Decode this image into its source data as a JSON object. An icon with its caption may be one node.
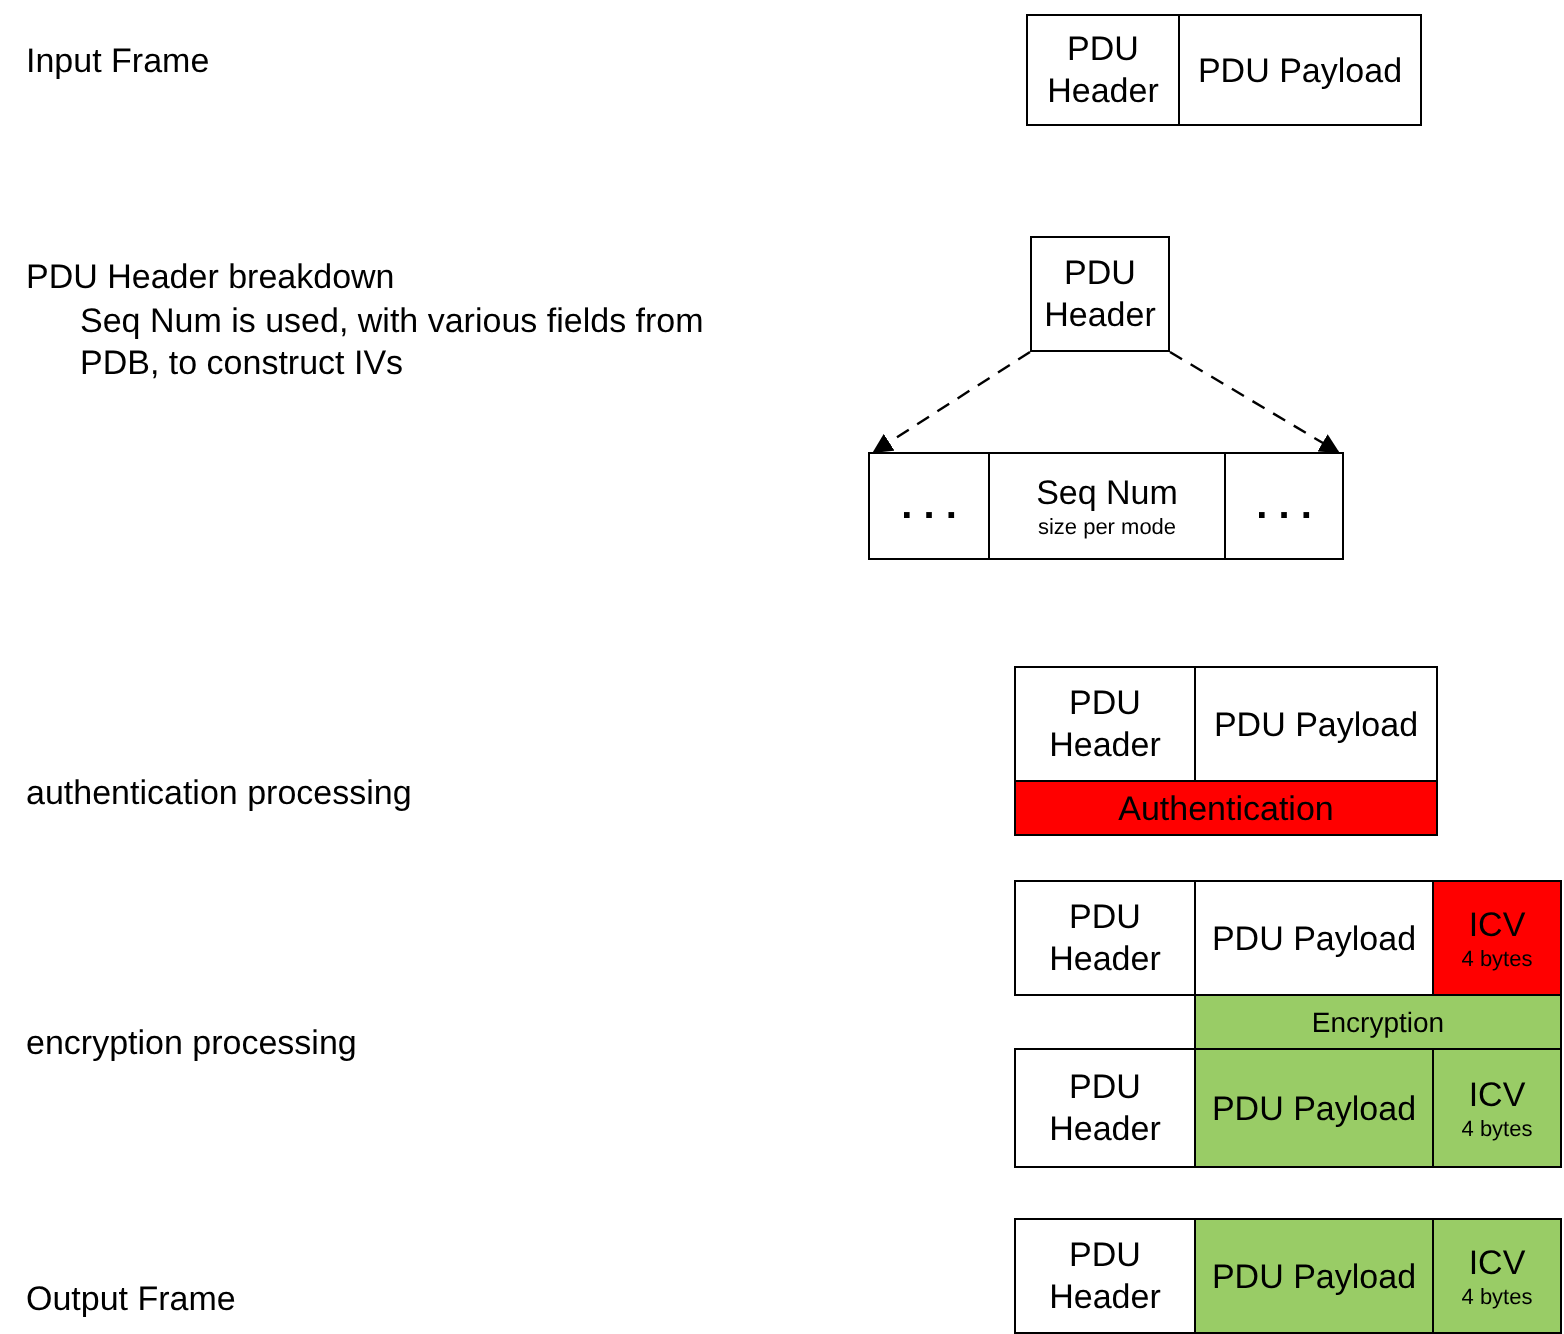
{
  "diagram": {
    "nodes": [
      {
        "text": [
          "PDU Header"
        ]
      },
      {
        "text": [
          "PDU Payload"
        ]
      },
      {
        "text": [
          "PDU Header"
        ]
      },
      {
        "text": [
          ". . ."
        ]
      },
      {
        "text": [
          "Seq Num",
          "size per mode"
        ]
      },
      {
        "text": [
          ". . ."
        ]
      },
      {
        "text": [
          "PDU Header"
        ]
      },
      {
        "text": [
          "PDU Payload"
        ]
      },
      {
        "text": [
          "Authentication"
        ]
      },
      {
        "text": [
          "PDU Header"
        ]
      },
      {
        "text": [
          "PDU Payload"
        ]
      },
      {
        "text": [
          "ICV",
          "4 bytes"
        ]
      },
      {
        "text": [
          "Encryption"
        ]
      },
      {
        "text": [
          "PDU Header"
        ]
      },
      {
        "text": [
          "PDU Payload"
        ]
      },
      {
        "text": [
          "ICV",
          "4 bytes"
        ]
      },
      {
        "text": [
          "PDU Header"
        ]
      },
      {
        "text": [
          "PDU Payload"
        ]
      },
      {
        "text": [
          "ICV",
          "4 bytes"
        ]
      }
    ],
    "edges": [
      {
        "from": 2,
        "to": 3,
        "arrow": "to",
        "style": "dashed"
      },
      {
        "from": 2,
        "to": 5,
        "arrow": "to",
        "style": "dashed"
      }
    ],
    "labels": [
      "Input Frame",
      "PDU Header breakdown",
      "Seq Num is used, with various fields from PDB, to construct IVs",
      "authentication processing",
      "encryption processing",
      "Output Frame"
    ]
  }
}
